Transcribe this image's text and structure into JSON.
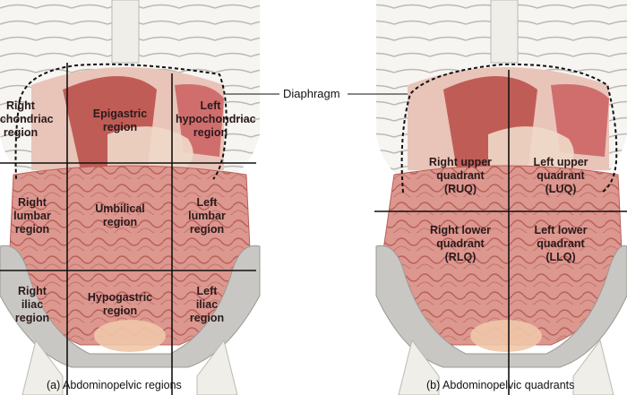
{
  "figure": {
    "diaphragm_label": "Diaphragm",
    "panel_a": {
      "caption": "(a) Abdominopelvic regions",
      "regions": [
        [
          "Right",
          "hypochondriac",
          "region"
        ],
        [
          "Epigastric",
          "region"
        ],
        [
          "Left",
          "hypochondriac",
          "region"
        ],
        [
          "Right",
          "lumbar",
          "region"
        ],
        [
          "Umbilical",
          "region"
        ],
        [
          "Left",
          "lumbar",
          "region"
        ],
        [
          "Right",
          "iliac",
          "region"
        ],
        [
          "Hypogastric",
          "region"
        ],
        [
          "Left",
          "iliac",
          "region"
        ]
      ]
    },
    "panel_b": {
      "caption": "(b) Abdominopelvic quadrants",
      "quadrants": [
        [
          "Right upper",
          "quadrant",
          "(RUQ)"
        ],
        [
          "Left upper",
          "quadrant",
          "(LUQ)"
        ],
        [
          "Right lower",
          "quadrant",
          "(RLQ)"
        ],
        [
          "Left lower",
          "quadrant",
          "(LLQ)"
        ]
      ]
    }
  },
  "colors": {
    "bone": "#eceae4",
    "bone_outline": "#b9b6ae",
    "intestine": "#d9908a",
    "intestine_dark": "#b8605a",
    "liver": "#b94a44",
    "pelvis": "#c8c6c2",
    "line": "#111111"
  }
}
